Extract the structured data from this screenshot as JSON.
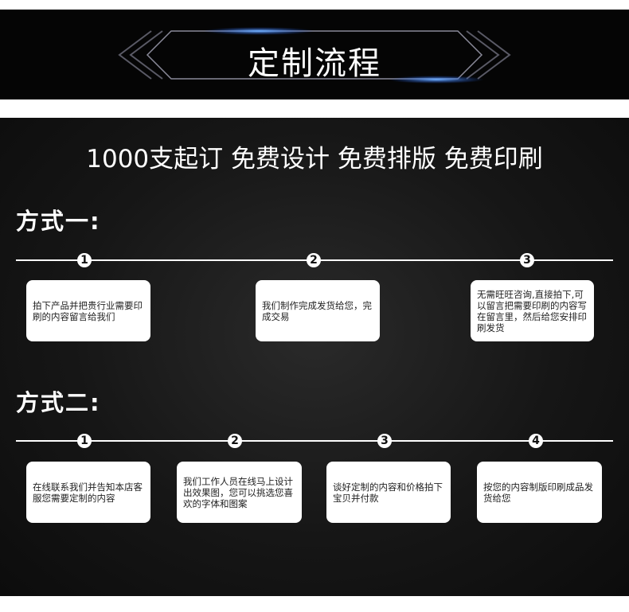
{
  "banner": {
    "title": "定制流程"
  },
  "headline": "1000支起订 免费设计 免费排版 免费印刷",
  "methods": [
    {
      "title": "方式一:",
      "steps": [
        {
          "num": "1",
          "text": "拍下产品并把贵行业需要印刷的内容留言给我们"
        },
        {
          "num": "2",
          "text": "我们制作完成发货给您，完成交易"
        },
        {
          "num": "3",
          "text": "无需旺旺咨询,直接拍下,可以留言把需要印刷的内容写在留言里，然后给您安排印刷发货"
        }
      ]
    },
    {
      "title": "方式二:",
      "steps": [
        {
          "num": "1",
          "text": "在线联系我们并告知本店客服您需要定制的内容"
        },
        {
          "num": "2",
          "text": "我们工作人员在线马上设计出效果图，您可以挑选您喜欢的字体和图案"
        },
        {
          "num": "3",
          "text": "谈好定制的内容和价格拍下宝贝并付款"
        },
        {
          "num": "4",
          "text": "按您的内容制版印刷成品发货给您"
        }
      ]
    }
  ],
  "colors": {
    "accent": "#3a7bff",
    "background": "#111111",
    "card": "#ffffff"
  }
}
